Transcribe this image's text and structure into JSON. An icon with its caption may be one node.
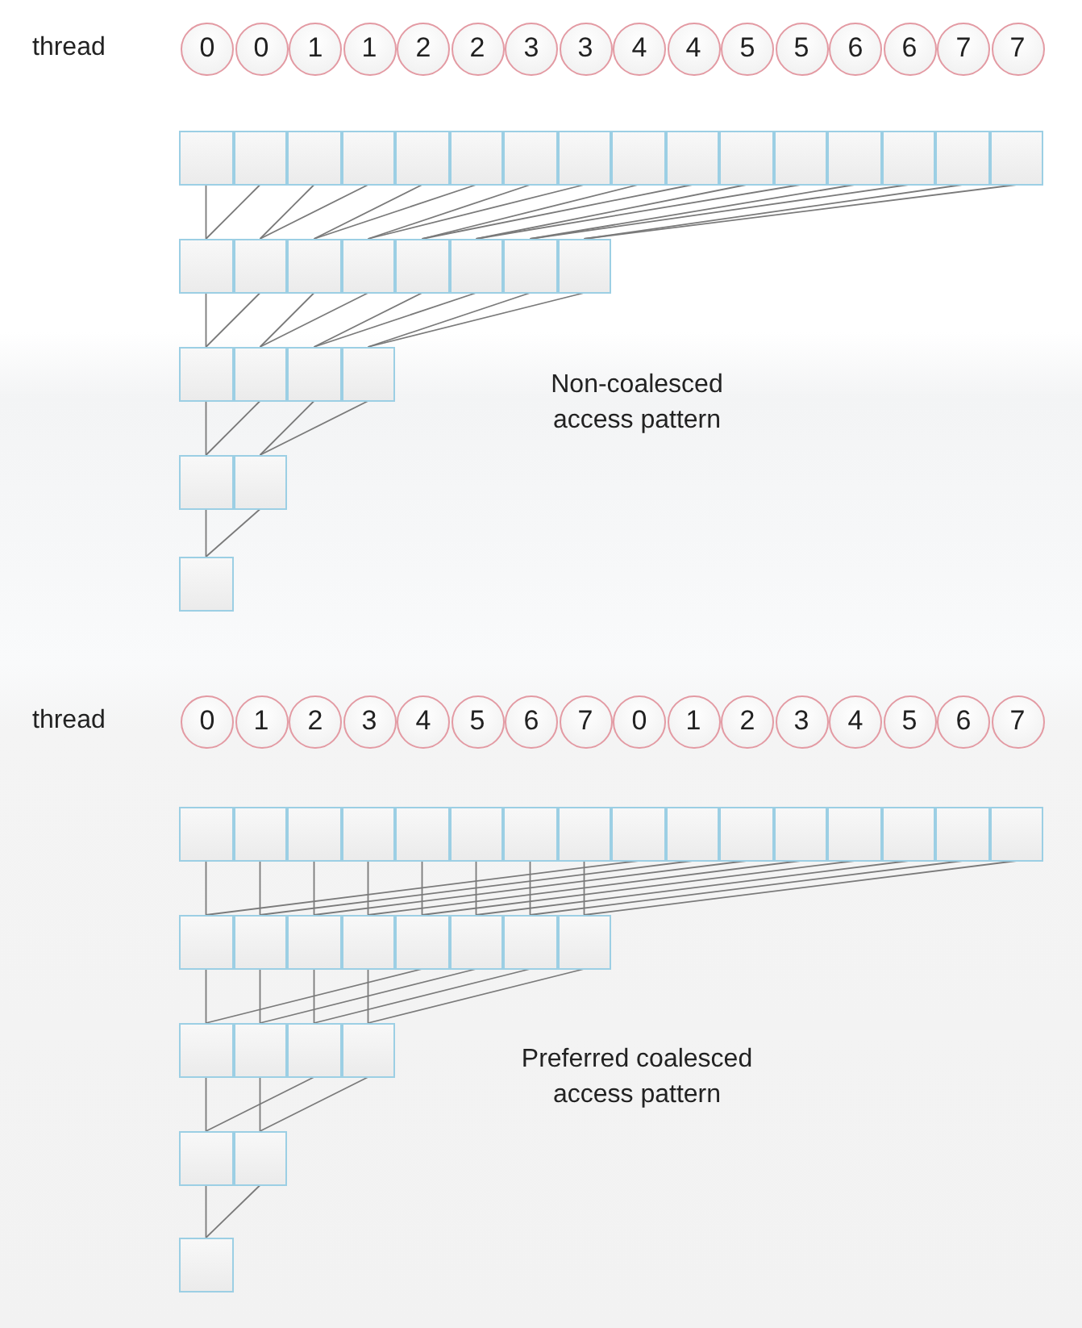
{
  "diagram": {
    "nodes": [
      {
        "text": [
          "0"
        ]
      },
      {
        "text": [
          "0"
        ]
      },
      {
        "text": [
          "1"
        ]
      },
      {
        "text": [
          "1"
        ]
      },
      {
        "text": [
          "2"
        ]
      },
      {
        "text": [
          "2"
        ]
      },
      {
        "text": [
          "3"
        ]
      },
      {
        "text": [
          "3"
        ]
      },
      {
        "text": [
          "4"
        ]
      },
      {
        "text": [
          "4"
        ]
      },
      {
        "text": [
          "5"
        ]
      },
      {
        "text": [
          "5"
        ]
      },
      {
        "text": [
          "6"
        ]
      },
      {
        "text": [
          "6"
        ]
      },
      {
        "text": [
          "7"
        ]
      },
      {
        "text": [
          "7"
        ]
      },
      {
        "text": [],
        "shape": "box"
      },
      {
        "text": [],
        "shape": "box"
      },
      {
        "text": [],
        "shape": "box"
      },
      {
        "text": [],
        "shape": "box"
      },
      {
        "text": [],
        "shape": "box"
      },
      {
        "text": [],
        "shape": "box"
      },
      {
        "text": [],
        "shape": "box"
      },
      {
        "text": [],
        "shape": "box"
      },
      {
        "text": [],
        "shape": "box"
      },
      {
        "text": [],
        "shape": "box"
      },
      {
        "text": [],
        "shape": "box"
      },
      {
        "text": [],
        "shape": "box"
      },
      {
        "text": [],
        "shape": "box"
      },
      {
        "text": [],
        "shape": "box"
      },
      {
        "text": [],
        "shape": "box"
      },
      {
        "text": [],
        "shape": "box"
      },
      {
        "text": [],
        "shape": "box"
      },
      {
        "text": [],
        "shape": "box"
      },
      {
        "text": [],
        "shape": "box"
      },
      {
        "text": [],
        "shape": "box"
      },
      {
        "text": [],
        "shape": "box"
      },
      {
        "text": [],
        "shape": "box"
      },
      {
        "text": [],
        "shape": "box"
      },
      {
        "text": [],
        "shape": "box"
      },
      {
        "text": [],
        "shape": "box"
      },
      {
        "text": [],
        "shape": "box"
      },
      {
        "text": [],
        "shape": "box"
      },
      {
        "text": [],
        "shape": "box"
      },
      {
        "text": [],
        "shape": "box"
      },
      {
        "text": [],
        "shape": "box"
      },
      {
        "text": [],
        "shape": "box"
      },
      {
        "text": [
          "0"
        ]
      },
      {
        "text": [
          "1"
        ]
      },
      {
        "text": [
          "2"
        ]
      },
      {
        "text": [
          "3"
        ]
      },
      {
        "text": [
          "4"
        ]
      },
      {
        "text": [
          "5"
        ]
      },
      {
        "text": [
          "6"
        ]
      },
      {
        "text": [
          "7"
        ]
      },
      {
        "text": [
          "0"
        ]
      },
      {
        "text": [
          "1"
        ]
      },
      {
        "text": [
          "2"
        ]
      },
      {
        "text": [
          "3"
        ]
      },
      {
        "text": [
          "4"
        ]
      },
      {
        "text": [
          "5"
        ]
      },
      {
        "text": [
          "6"
        ]
      },
      {
        "text": [
          "7"
        ]
      },
      {
        "text": [],
        "shape": "box"
      },
      {
        "text": [],
        "shape": "box"
      },
      {
        "text": [],
        "shape": "box"
      },
      {
        "text": [],
        "shape": "box"
      },
      {
        "text": [],
        "shape": "box"
      },
      {
        "text": [],
        "shape": "box"
      },
      {
        "text": [],
        "shape": "box"
      },
      {
        "text": [],
        "shape": "box"
      },
      {
        "text": [],
        "shape": "box"
      },
      {
        "text": [],
        "shape": "box"
      },
      {
        "text": [],
        "shape": "box"
      },
      {
        "text": [],
        "shape": "box"
      },
      {
        "text": [],
        "shape": "box"
      },
      {
        "text": [],
        "shape": "box"
      },
      {
        "text": [],
        "shape": "box"
      },
      {
        "text": [],
        "shape": "box"
      },
      {
        "text": [],
        "shape": "box"
      },
      {
        "text": [],
        "shape": "box"
      },
      {
        "text": [],
        "shape": "box"
      },
      {
        "text": [],
        "shape": "box"
      },
      {
        "text": [],
        "shape": "box"
      },
      {
        "text": [],
        "shape": "box"
      },
      {
        "text": [],
        "shape": "box"
      },
      {
        "text": [],
        "shape": "box"
      },
      {
        "text": [],
        "shape": "box"
      },
      {
        "text": [],
        "shape": "box"
      },
      {
        "text": [],
        "shape": "box"
      },
      {
        "text": [],
        "shape": "box"
      },
      {
        "text": [],
        "shape": "box"
      },
      {
        "text": [],
        "shape": "box"
      },
      {
        "text": [],
        "shape": "box"
      }
    ],
    "edges": [
      {
        "from": 16,
        "to": 32,
        "arrow": "none"
      },
      {
        "from": 17,
        "to": 32,
        "arrow": "none"
      },
      {
        "from": 18,
        "to": 33,
        "arrow": "none"
      },
      {
        "from": 19,
        "to": 33,
        "arrow": "none"
      },
      {
        "from": 20,
        "to": 34,
        "arrow": "none"
      },
      {
        "from": 21,
        "to": 34,
        "arrow": "none"
      },
      {
        "from": 22,
        "to": 35,
        "arrow": "none"
      },
      {
        "from": 23,
        "to": 35,
        "arrow": "none"
      },
      {
        "from": 24,
        "to": 36,
        "arrow": "none"
      },
      {
        "from": 25,
        "to": 36,
        "arrow": "none"
      },
      {
        "from": 26,
        "to": 37,
        "arrow": "none"
      },
      {
        "from": 27,
        "to": 37,
        "arrow": "none"
      },
      {
        "from": 28,
        "to": 38,
        "arrow": "none"
      },
      {
        "from": 29,
        "to": 38,
        "arrow": "none"
      },
      {
        "from": 30,
        "to": 39,
        "arrow": "none"
      },
      {
        "from": 31,
        "to": 39,
        "arrow": "none"
      },
      {
        "from": 32,
        "to": 40,
        "arrow": "none"
      },
      {
        "from": 33,
        "to": 40,
        "arrow": "none"
      },
      {
        "from": 34,
        "to": 41,
        "arrow": "none"
      },
      {
        "from": 35,
        "to": 41,
        "arrow": "none"
      },
      {
        "from": 36,
        "to": 42,
        "arrow": "none"
      },
      {
        "from": 37,
        "to": 42,
        "arrow": "none"
      },
      {
        "from": 38,
        "to": 43,
        "arrow": "none"
      },
      {
        "from": 39,
        "to": 43,
        "arrow": "none"
      },
      {
        "from": 40,
        "to": 44,
        "arrow": "none"
      },
      {
        "from": 41,
        "to": 44,
        "arrow": "none"
      },
      {
        "from": 42,
        "to": 45,
        "arrow": "none"
      },
      {
        "from": 43,
        "to": 45,
        "arrow": "none"
      },
      {
        "from": 44,
        "to": 46,
        "arrow": "none"
      },
      {
        "from": 45,
        "to": 46,
        "arrow": "none"
      },
      {
        "from": 63,
        "to": 79,
        "arrow": "none"
      },
      {
        "from": 64,
        "to": 80,
        "arrow": "none"
      },
      {
        "from": 65,
        "to": 81,
        "arrow": "none"
      },
      {
        "from": 66,
        "to": 82,
        "arrow": "none"
      },
      {
        "from": 67,
        "to": 83,
        "arrow": "none"
      },
      {
        "from": 68,
        "to": 84,
        "arrow": "none"
      },
      {
        "from": 69,
        "to": 85,
        "arrow": "none"
      },
      {
        "from": 70,
        "to": 86,
        "arrow": "none"
      },
      {
        "from": 71,
        "to": 79,
        "arrow": "none"
      },
      {
        "from": 72,
        "to": 80,
        "arrow": "none"
      },
      {
        "from": 73,
        "to": 81,
        "arrow": "none"
      },
      {
        "from": 74,
        "to": 82,
        "arrow": "none"
      },
      {
        "from": 75,
        "to": 83,
        "arrow": "none"
      },
      {
        "from": 76,
        "to": 84,
        "arrow": "none"
      },
      {
        "from": 77,
        "to": 85,
        "arrow": "none"
      },
      {
        "from": 78,
        "to": 86,
        "arrow": "none"
      },
      {
        "from": 79,
        "to": 87,
        "arrow": "none"
      },
      {
        "from": 80,
        "to": 88,
        "arrow": "none"
      },
      {
        "from": 81,
        "to": 89,
        "arrow": "none"
      },
      {
        "from": 82,
        "to": 90,
        "arrow": "none"
      },
      {
        "from": 83,
        "to": 87,
        "arrow": "none"
      },
      {
        "from": 84,
        "to": 88,
        "arrow": "none"
      },
      {
        "from": 85,
        "to": 89,
        "arrow": "none"
      },
      {
        "from": 86,
        "to": 90,
        "arrow": "none"
      },
      {
        "from": 87,
        "to": 91,
        "arrow": "none"
      },
      {
        "from": 88,
        "to": 92,
        "arrow": "none"
      },
      {
        "from": 89,
        "to": 91,
        "arrow": "none"
      },
      {
        "from": 90,
        "to": 92,
        "arrow": "none"
      },
      {
        "from": 91,
        "to": 93,
        "arrow": "none"
      },
      {
        "from": 92,
        "to": 93,
        "arrow": "none"
      }
    ],
    "labels": [
      "thread",
      "Non-coalesced access pattern",
      "thread",
      "Preferred coalesced access pattern"
    ]
  }
}
